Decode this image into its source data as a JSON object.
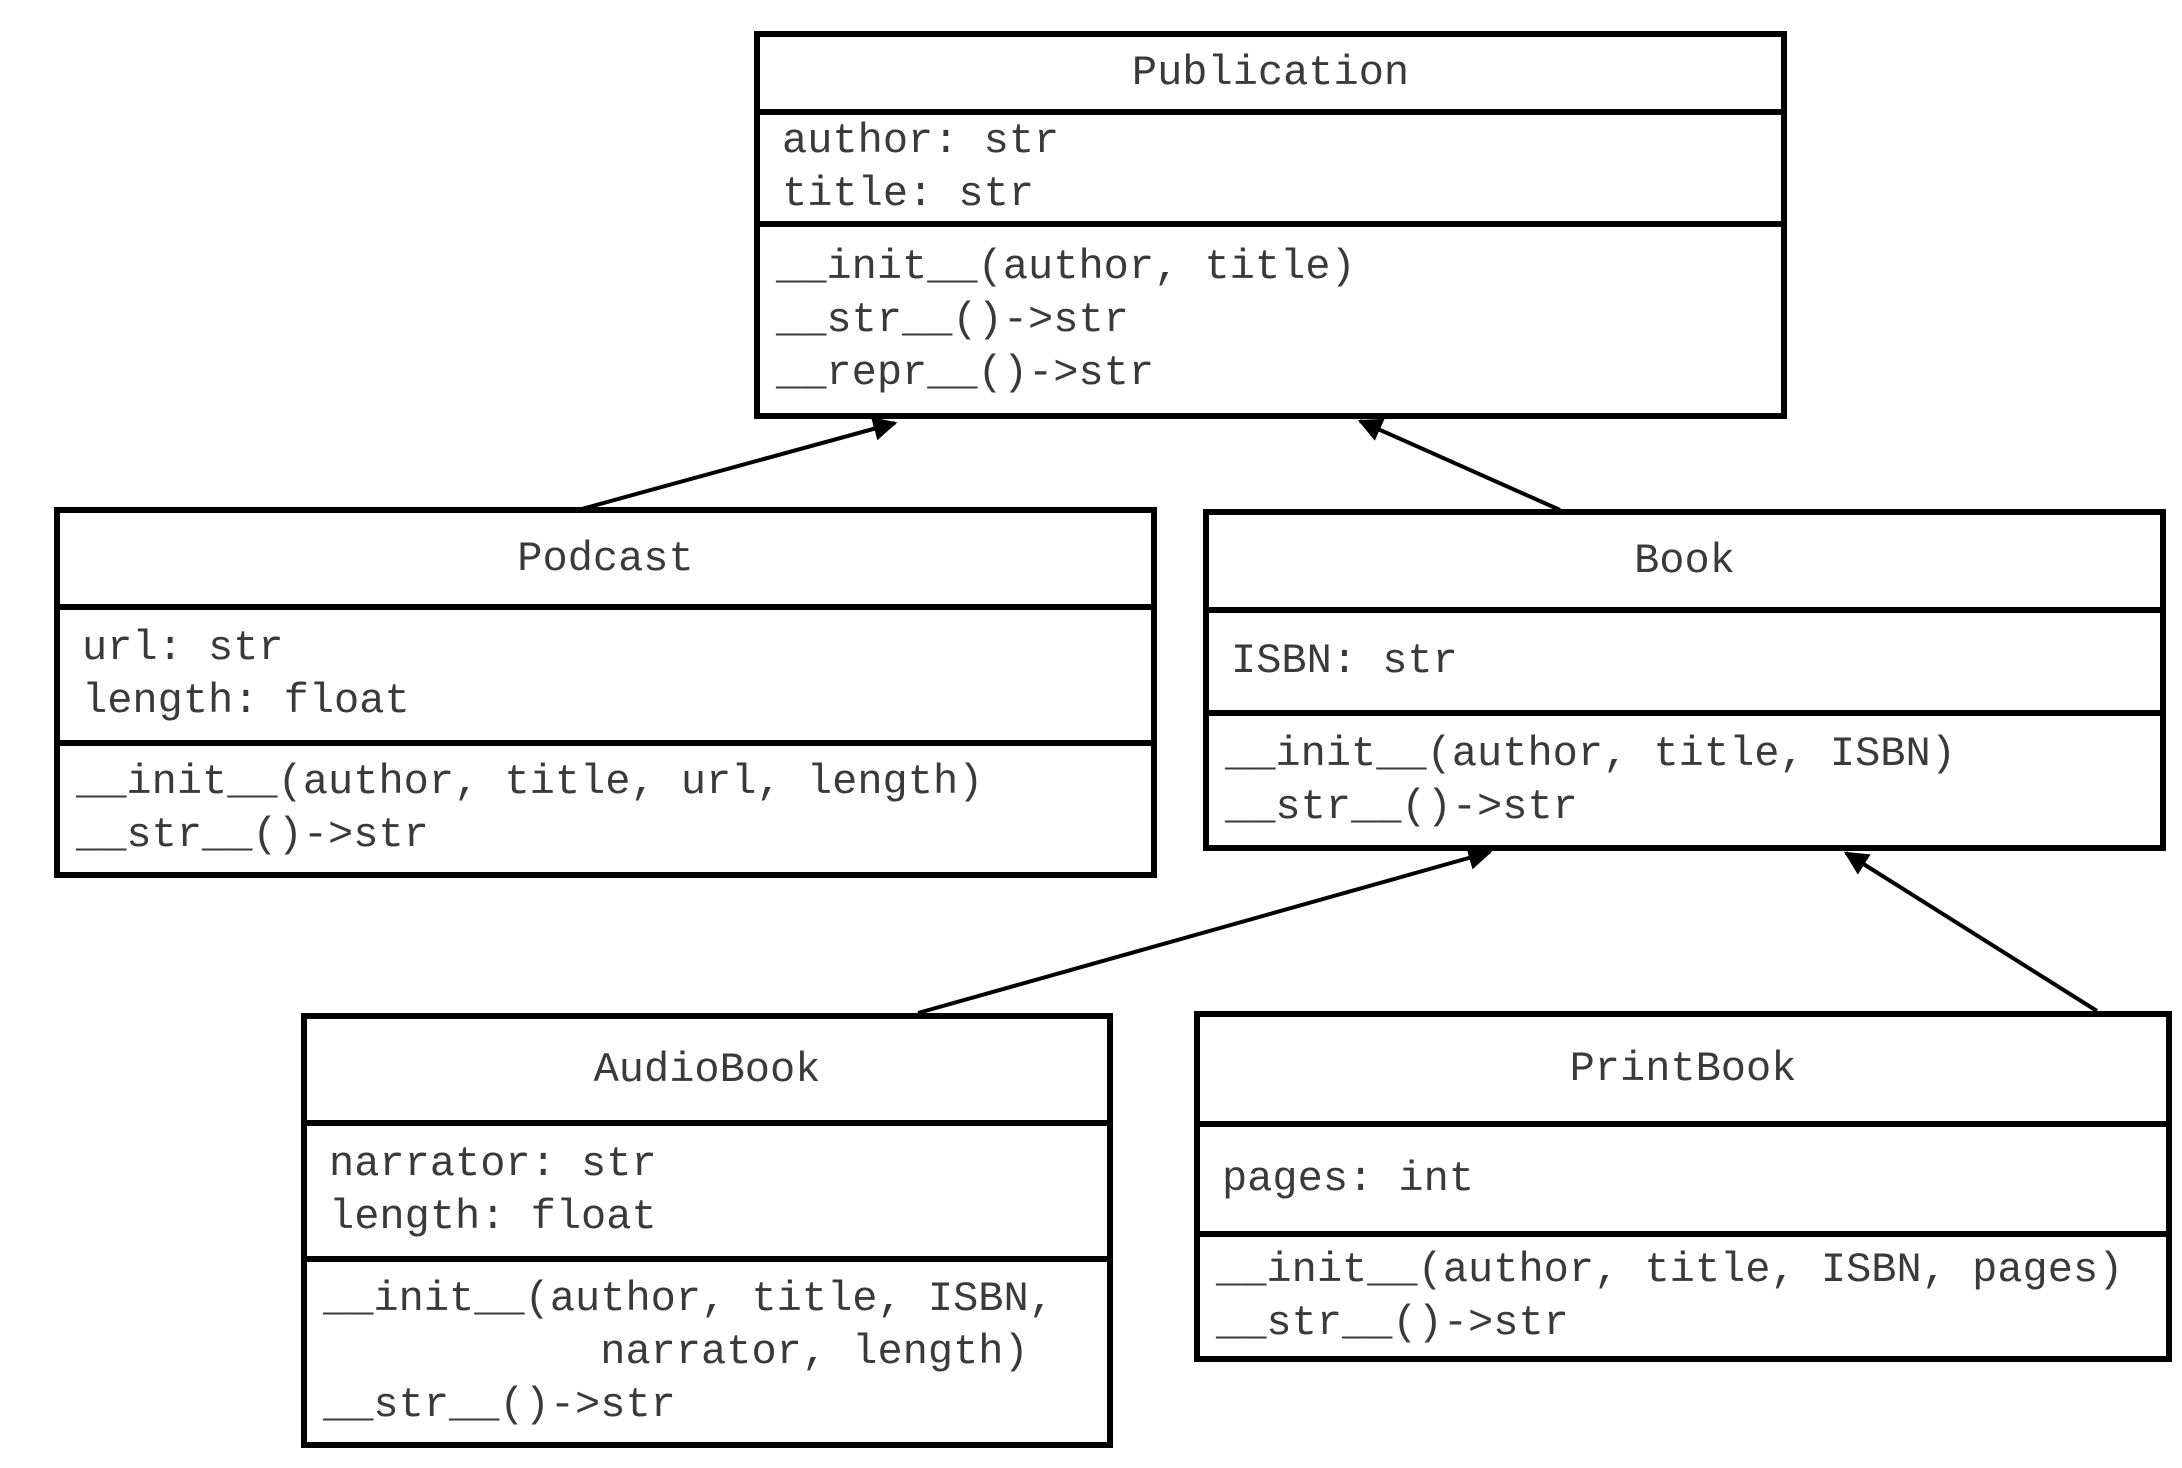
{
  "classes": {
    "publication": {
      "name": "Publication",
      "attributes": [
        "author: str",
        "title: str"
      ],
      "methods": [
        "__init__(author, title)",
        "__str__()->str",
        "__repr__()->str"
      ]
    },
    "podcast": {
      "name": "Podcast",
      "attributes": [
        "url: str",
        "length: float"
      ],
      "methods": [
        "__init__(author, title, url, length)",
        "__str__()->str"
      ]
    },
    "book": {
      "name": "Book",
      "attributes": [
        "ISBN: str"
      ],
      "methods": [
        "__init__(author, title, ISBN)",
        "__str__()->str"
      ]
    },
    "audiobook": {
      "name": "AudioBook",
      "attributes": [
        "narrator: str",
        "length: float"
      ],
      "methods": [
        "__init__(author, title, ISBN,",
        "           narrator, length)",
        "__str__()->str"
      ]
    },
    "printbook": {
      "name": "PrintBook",
      "attributes": [
        "pages: int"
      ],
      "methods": [
        "__init__(author, title, ISBN, pages)",
        "__str__()->str"
      ]
    }
  },
  "relationships": [
    {
      "from": "Podcast",
      "to": "Publication",
      "type": "inheritance"
    },
    {
      "from": "Book",
      "to": "Publication",
      "type": "inheritance"
    },
    {
      "from": "AudioBook",
      "to": "Book",
      "type": "inheritance"
    },
    {
      "from": "PrintBook",
      "to": "Book",
      "type": "inheritance"
    }
  ],
  "colors": {
    "border": "#000000",
    "text": "#3a3a3a",
    "background": "#ffffff"
  }
}
